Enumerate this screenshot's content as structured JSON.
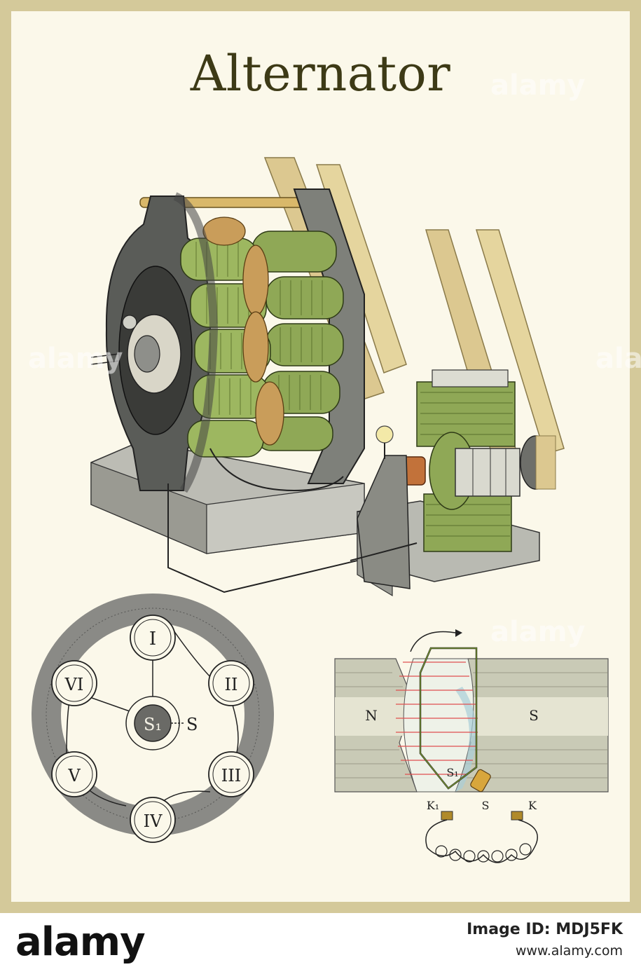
{
  "title": "Alternator",
  "circle_diagram": {
    "coils": [
      "I",
      "II",
      "III",
      "IV",
      "V",
      "VI"
    ],
    "center_label": "S₁",
    "side_label": "S"
  },
  "field_diagram": {
    "pole_north": "N",
    "pole_south": "S",
    "label_s1": "S₁",
    "label_k1": "K₁",
    "label_s": "S",
    "label_k": "K"
  },
  "watermark": "alamy",
  "footer": {
    "logo": "alamy",
    "image_id": "Image ID: MDJ5FK",
    "url": "www.alamy.com"
  },
  "colors": {
    "frame": "#d4c99a",
    "paper": "#fbf8ea",
    "coil_green": "#8fa856",
    "machine_gray": "#8e8f8a",
    "belt": "#dcc890",
    "field_lines": "#e05050"
  }
}
